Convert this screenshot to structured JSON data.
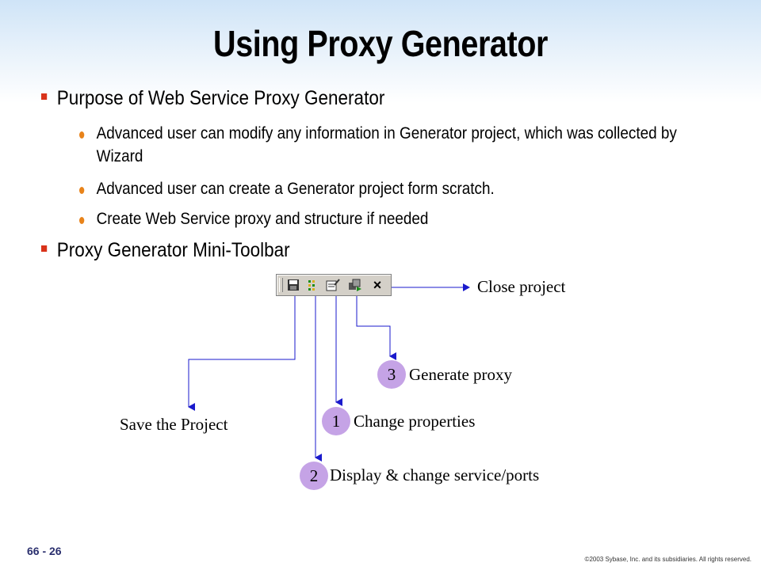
{
  "slide": {
    "title": "Using Proxy Generator",
    "bullets": [
      {
        "text": "Purpose of Web Service Proxy Generator",
        "sub": [
          "Advanced user can modify any information in Generator project, which was collected by Wizard",
          "Advanced user can create a Generator project form scratch.",
          "Create Web Service proxy and structure if needed"
        ]
      },
      {
        "text": "Proxy Generator Mini-Toolbar"
      }
    ],
    "diagram": {
      "toolbar_buttons": [
        "save-icon",
        "display-services-icon",
        "properties-icon",
        "generate-icon",
        "close-icon"
      ],
      "close_glyph": "×",
      "labels": {
        "close": "Close project",
        "generate": "Generate proxy",
        "save": "Save the Project",
        "properties": "Change properties",
        "display": "Display & change service/ports"
      },
      "numbers": {
        "generate": "3",
        "properties": "1",
        "display": "2"
      }
    },
    "footer": {
      "page": "66 - 26",
      "copyright": "©2003 Sybase, Inc. and its subsidiaries. All rights reserved."
    },
    "colors": {
      "l1_bullet": "#d9331a",
      "l2_bullet": "#e8831a",
      "circle": "#c5a3e6",
      "arrow": "#1a1acc"
    }
  }
}
